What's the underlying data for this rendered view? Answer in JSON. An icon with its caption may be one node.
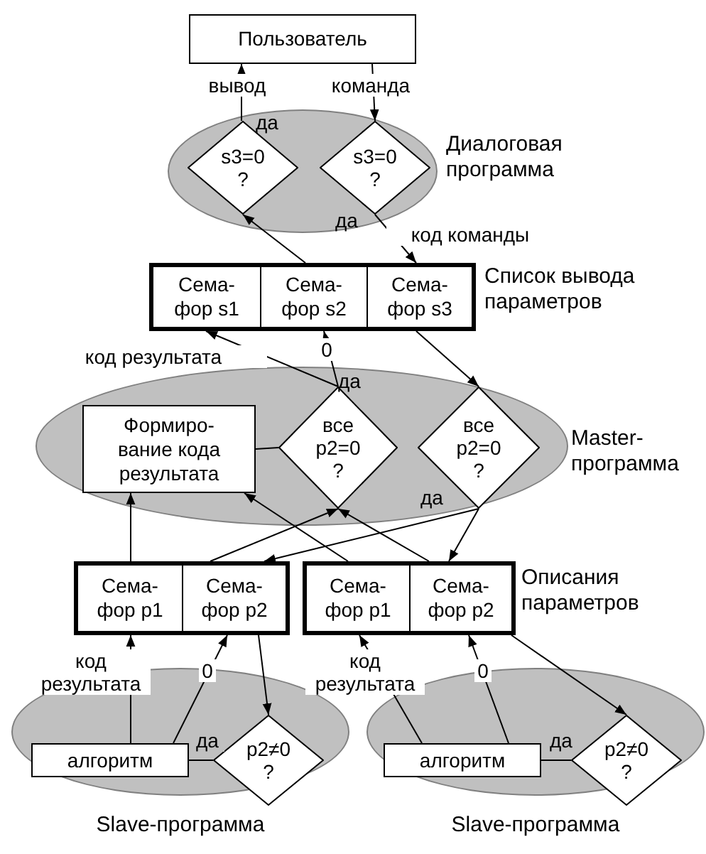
{
  "diagram": {
    "nodes": [
      {
        "text": [
          "Пользователь"
        ]
      },
      {
        "text": [
          "Диалоговая программа"
        ]
      },
      {
        "text": [
          "s3=0 ?"
        ],
        "in": 1
      },
      {
        "text": [
          "s3=0 ?"
        ],
        "in": 1
      },
      {
        "text": [
          "Список вывода параметров"
        ]
      },
      {
        "text": [
          "Сема- фор s1"
        ],
        "in": 4
      },
      {
        "text": [
          "Сема- фор s2"
        ],
        "in": 4
      },
      {
        "text": [
          "Сема- фор s3"
        ],
        "in": 4
      },
      {
        "text": [
          "Master- программа"
        ]
      },
      {
        "text": [
          "Формиро- вание кода результата"
        ],
        "in": 8
      },
      {
        "text": [
          "все p2=0 ?"
        ],
        "in": 8
      },
      {
        "text": [
          "все p2=0 ?"
        ],
        "in": 8
      },
      {
        "text": [],
        "shape": "box"
      },
      {
        "text": [
          "Сема- фор p1"
        ],
        "in": 12
      },
      {
        "text": [
          "Сема- фор p2"
        ],
        "in": 12
      },
      {
        "text": [
          "Описания параметров"
        ]
      },
      {
        "text": [
          "Сема- фор p1"
        ],
        "in": 15
      },
      {
        "text": [
          "Сема- фор p2"
        ],
        "in": 15
      },
      {
        "text": [
          "Slave-программа"
        ]
      },
      {
        "text": [
          "алгоритм"
        ],
        "in": 18
      },
      {
        "text": [
          "p2≠0 ?"
        ],
        "in": 18
      },
      {
        "text": [
          "Slave-программа"
        ]
      },
      {
        "text": [
          "алгоритм"
        ],
        "in": 21
      },
      {
        "text": [
          "p2≠0 ?"
        ],
        "in": 21
      }
    ],
    "edges": [
      {
        "from": 2,
        "to": 0,
        "arrow": "to",
        "label": "вывод"
      },
      {
        "from": 0,
        "to": 3,
        "arrow": "to",
        "label": "команда"
      },
      {
        "from": 6,
        "to": 2,
        "arrow": "to"
      },
      {
        "from": 3,
        "to": 7,
        "arrow": "to",
        "label": "код команды"
      },
      {
        "from": 10,
        "to": 5,
        "arrow": "to",
        "label": "код результата"
      },
      {
        "from": 10,
        "to": 6,
        "arrow": "to",
        "label": "0"
      },
      {
        "from": 7,
        "to": 11,
        "arrow": "to"
      },
      {
        "from": 11,
        "to": 14,
        "arrow": "to"
      },
      {
        "from": 11,
        "to": 17,
        "arrow": "to"
      },
      {
        "from": 13,
        "to": 9,
        "arrow": "to"
      },
      {
        "from": 16,
        "to": 9,
        "arrow": "to"
      },
      {
        "from": 14,
        "to": 10,
        "arrow": "to"
      },
      {
        "from": 17,
        "to": 10,
        "arrow": "to"
      },
      {
        "from": 19,
        "to": 13,
        "arrow": "to",
        "label": "код результата"
      },
      {
        "from": 19,
        "to": 14,
        "arrow": "to",
        "label": "0"
      },
      {
        "from": 14,
        "to": 20,
        "arrow": "to"
      },
      {
        "from": 20,
        "to": 19,
        "arrow": "none",
        "label": "да"
      },
      {
        "from": 22,
        "to": 16,
        "arrow": "to",
        "label": "код результата"
      },
      {
        "from": 22,
        "to": 17,
        "arrow": "to",
        "label": "0"
      },
      {
        "from": 17,
        "to": 23,
        "arrow": "to"
      },
      {
        "from": 23,
        "to": 22,
        "arrow": "none",
        "label": "да"
      },
      {
        "from": 9,
        "to": 10,
        "arrow": "none"
      }
    ],
    "labels": [
      "да",
      "да",
      "да",
      "да"
    ]
  }
}
